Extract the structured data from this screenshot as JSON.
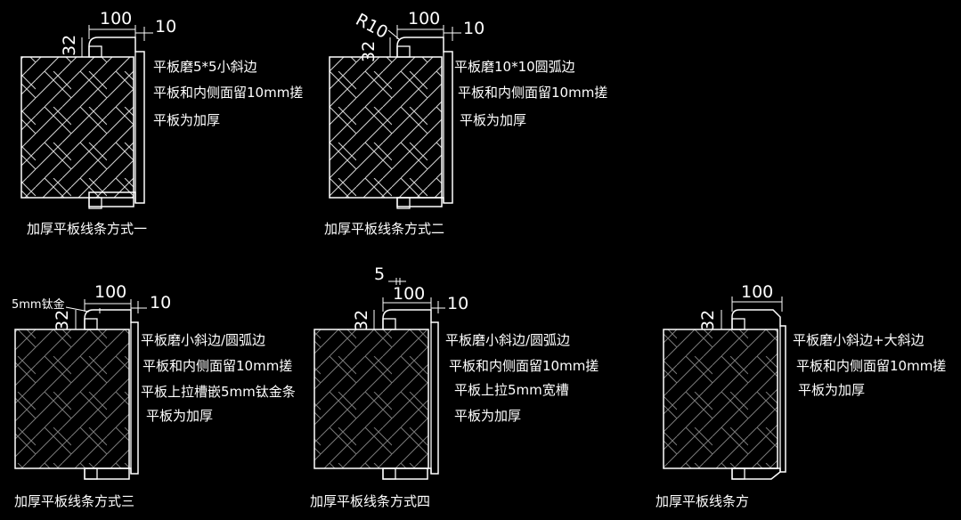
{
  "details": [
    {
      "id": "d1",
      "width_dim": "100",
      "gap_dim": "10",
      "height_dim": "32",
      "notes": [
        "平板磨5*5小斜边",
        "平板和内侧面留10mm搓",
        "平板为加厚"
      ],
      "caption": "加厚平板线条方式一"
    },
    {
      "id": "d2",
      "radius_label": "R10",
      "width_dim": "100",
      "gap_dim": "10",
      "height_dim": "32",
      "notes": [
        "平板磨10*10圆弧边",
        "平板和内侧面留10mm搓",
        "平板为加厚"
      ],
      "caption": "加厚平板线条方式二"
    },
    {
      "id": "d3",
      "callout": "5mm钛金",
      "width_dim": "100",
      "gap_dim": "10",
      "height_dim": "32",
      "notes": [
        "平板磨小斜边/圆弧边",
        "平板和内侧面留10mm搓",
        "平板上拉槽嵌5mm钛金条",
        "平板为加厚"
      ],
      "caption": "加厚平板线条方式三"
    },
    {
      "id": "d4",
      "groove_dim": "5",
      "width_dim": "100",
      "gap_dim": "10",
      "height_dim": "32",
      "notes": [
        "平板磨小斜边/圆弧边",
        "平板和内侧面留10mm搓",
        "平板上拉5mm宽槽",
        "平板为加厚"
      ],
      "caption": "加厚平板线条方式四"
    },
    {
      "id": "d5",
      "width_dim": "100",
      "height_dim": "32",
      "notes": [
        "平板磨小斜边+大斜边",
        "平板和内侧面留10mm搓",
        "平板为加厚"
      ],
      "caption": "加厚平板线条方"
    }
  ],
  "colors": {
    "background": "#000000",
    "line": "#ffffff"
  }
}
